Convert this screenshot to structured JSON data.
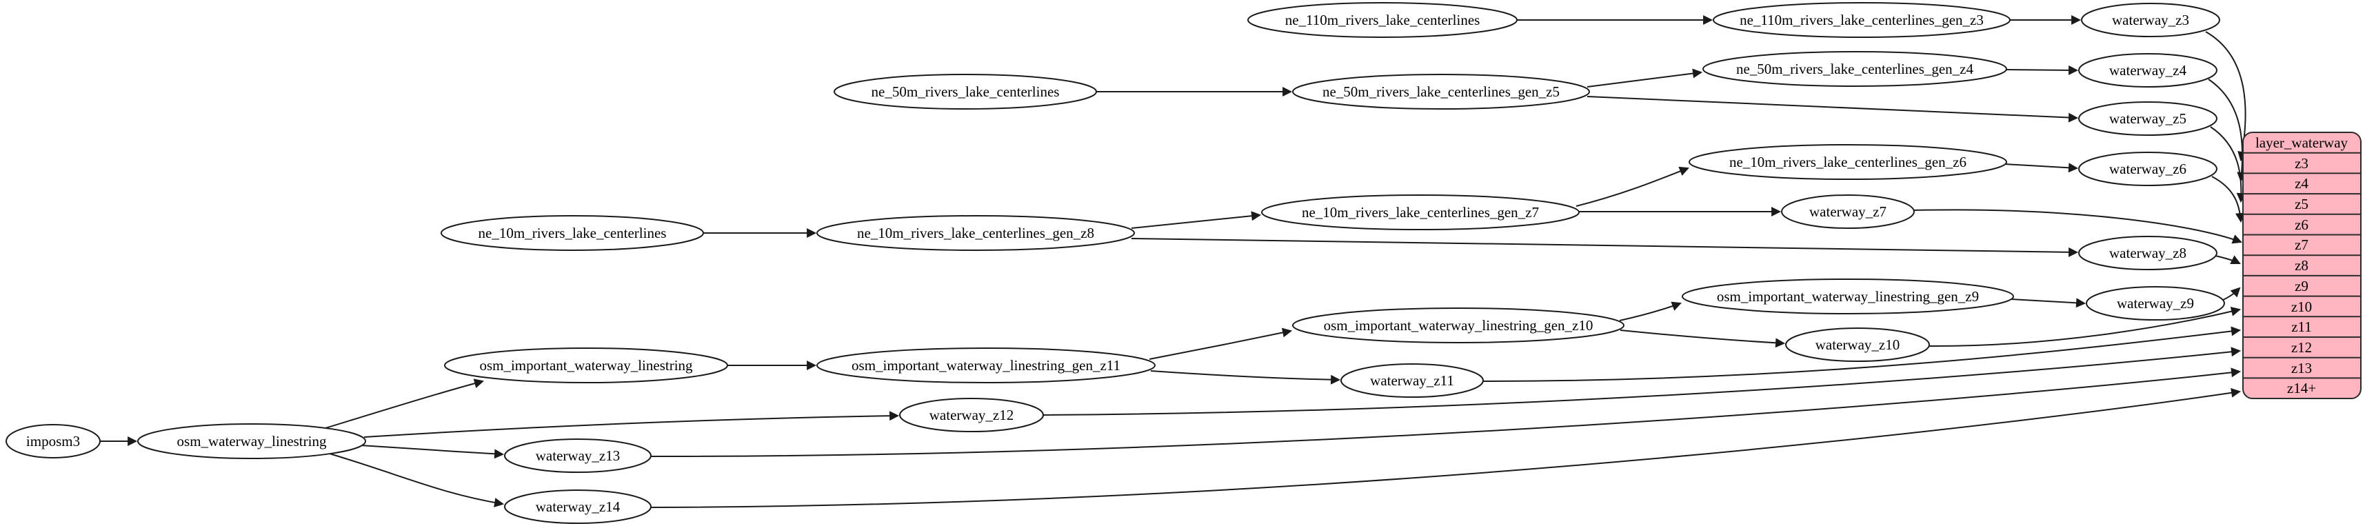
{
  "diagram": {
    "type": "etl-graph",
    "background": "#ffffff",
    "node_fill": "#ffffff",
    "node_stroke": "#1a1a1a",
    "edge_color": "#1a1a1a"
  },
  "nodes": {
    "imposm3": {
      "label": "imposm3"
    },
    "osm_waterway_linestring": {
      "label": "osm_waterway_linestring"
    },
    "osm_important_waterway_linestring": {
      "label": "osm_important_waterway_linestring"
    },
    "osm_important_waterway_linestring_gen_z11": {
      "label": "osm_important_waterway_linestring_gen_z11"
    },
    "osm_important_waterway_linestring_gen_z10": {
      "label": "osm_important_waterway_linestring_gen_z10"
    },
    "osm_important_waterway_linestring_gen_z9": {
      "label": "osm_important_waterway_linestring_gen_z9"
    },
    "ne_10m_rivers_lake_centerlines": {
      "label": "ne_10m_rivers_lake_centerlines"
    },
    "ne_10m_rivers_lake_centerlines_gen_z8": {
      "label": "ne_10m_rivers_lake_centerlines_gen_z8"
    },
    "ne_10m_rivers_lake_centerlines_gen_z7": {
      "label": "ne_10m_rivers_lake_centerlines_gen_z7"
    },
    "ne_10m_rivers_lake_centerlines_gen_z6": {
      "label": "ne_10m_rivers_lake_centerlines_gen_z6"
    },
    "ne_50m_rivers_lake_centerlines": {
      "label": "ne_50m_rivers_lake_centerlines"
    },
    "ne_50m_rivers_lake_centerlines_gen_z5": {
      "label": "ne_50m_rivers_lake_centerlines_gen_z5"
    },
    "ne_50m_rivers_lake_centerlines_gen_z4": {
      "label": "ne_50m_rivers_lake_centerlines_gen_z4"
    },
    "ne_110m_rivers_lake_centerlines": {
      "label": "ne_110m_rivers_lake_centerlines"
    },
    "ne_110m_rivers_lake_centerlines_gen_z3": {
      "label": "ne_110m_rivers_lake_centerlines_gen_z3"
    },
    "waterway_z3": {
      "label": "waterway_z3"
    },
    "waterway_z4": {
      "label": "waterway_z4"
    },
    "waterway_z5": {
      "label": "waterway_z5"
    },
    "waterway_z6": {
      "label": "waterway_z6"
    },
    "waterway_z7": {
      "label": "waterway_z7"
    },
    "waterway_z8": {
      "label": "waterway_z8"
    },
    "waterway_z9": {
      "label": "waterway_z9"
    },
    "waterway_z10": {
      "label": "waterway_z10"
    },
    "waterway_z11": {
      "label": "waterway_z11"
    },
    "waterway_z12": {
      "label": "waterway_z12"
    },
    "waterway_z13": {
      "label": "waterway_z13"
    },
    "waterway_z14": {
      "label": "waterway_z14"
    }
  },
  "table": {
    "title": "layer_waterway",
    "fill": "#ffb6c1",
    "rows": [
      "z3",
      "z4",
      "z5",
      "z6",
      "z7",
      "z8",
      "z9",
      "z10",
      "z11",
      "z12",
      "z13",
      "z14+"
    ]
  },
  "edges": [
    [
      "imposm3",
      "osm_waterway_linestring"
    ],
    [
      "osm_waterway_linestring",
      "osm_important_waterway_linestring"
    ],
    [
      "osm_waterway_linestring",
      "waterway_z12"
    ],
    [
      "osm_waterway_linestring",
      "waterway_z13"
    ],
    [
      "osm_waterway_linestring",
      "waterway_z14"
    ],
    [
      "osm_important_waterway_linestring",
      "osm_important_waterway_linestring_gen_z11"
    ],
    [
      "osm_important_waterway_linestring_gen_z11",
      "osm_important_waterway_linestring_gen_z10"
    ],
    [
      "osm_important_waterway_linestring_gen_z11",
      "waterway_z11"
    ],
    [
      "osm_important_waterway_linestring_gen_z10",
      "osm_important_waterway_linestring_gen_z9"
    ],
    [
      "osm_important_waterway_linestring_gen_z10",
      "waterway_z10"
    ],
    [
      "osm_important_waterway_linestring_gen_z9",
      "waterway_z9"
    ],
    [
      "ne_10m_rivers_lake_centerlines",
      "ne_10m_rivers_lake_centerlines_gen_z8"
    ],
    [
      "ne_10m_rivers_lake_centerlines_gen_z8",
      "ne_10m_rivers_lake_centerlines_gen_z7"
    ],
    [
      "ne_10m_rivers_lake_centerlines_gen_z8",
      "waterway_z8"
    ],
    [
      "ne_10m_rivers_lake_centerlines_gen_z7",
      "ne_10m_rivers_lake_centerlines_gen_z6"
    ],
    [
      "ne_10m_rivers_lake_centerlines_gen_z7",
      "waterway_z7"
    ],
    [
      "ne_10m_rivers_lake_centerlines_gen_z6",
      "waterway_z6"
    ],
    [
      "ne_50m_rivers_lake_centerlines",
      "ne_50m_rivers_lake_centerlines_gen_z5"
    ],
    [
      "ne_50m_rivers_lake_centerlines_gen_z5",
      "ne_50m_rivers_lake_centerlines_gen_z4"
    ],
    [
      "ne_50m_rivers_lake_centerlines_gen_z5",
      "waterway_z5"
    ],
    [
      "ne_50m_rivers_lake_centerlines_gen_z4",
      "waterway_z4"
    ],
    [
      "ne_110m_rivers_lake_centerlines",
      "ne_110m_rivers_lake_centerlines_gen_z3"
    ],
    [
      "ne_110m_rivers_lake_centerlines_gen_z3",
      "waterway_z3"
    ],
    [
      "waterway_z3",
      "layer_waterway:z3"
    ],
    [
      "waterway_z4",
      "layer_waterway:z4"
    ],
    [
      "waterway_z5",
      "layer_waterway:z5"
    ],
    [
      "waterway_z6",
      "layer_waterway:z6"
    ],
    [
      "waterway_z7",
      "layer_waterway:z7"
    ],
    [
      "waterway_z8",
      "layer_waterway:z8"
    ],
    [
      "waterway_z9",
      "layer_waterway:z9"
    ],
    [
      "waterway_z10",
      "layer_waterway:z10"
    ],
    [
      "waterway_z11",
      "layer_waterway:z11"
    ],
    [
      "waterway_z12",
      "layer_waterway:z12"
    ],
    [
      "waterway_z13",
      "layer_waterway:z13"
    ],
    [
      "waterway_z14",
      "layer_waterway:z14+"
    ]
  ]
}
